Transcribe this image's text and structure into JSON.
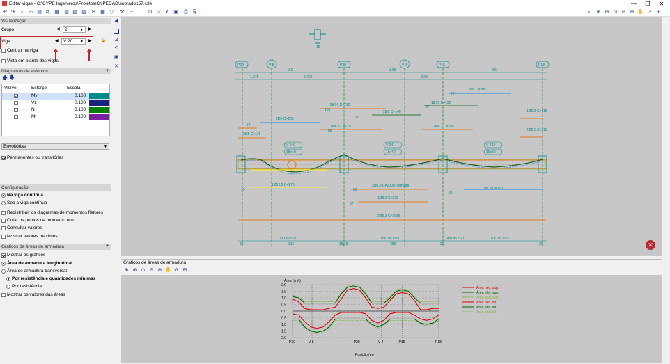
{
  "window": {
    "title": "Editar vigas - C:\\CYPE Ingenieros\\Projetos\\CYPECAD\\sobrado157.c3e",
    "minimize": "—",
    "maximize": "❐",
    "close": "✕"
  },
  "panel": {
    "visualizacao": "Visualização",
    "grupo_label": "Grupo",
    "grupo_value": "2",
    "viga_label": "Viga",
    "viga_value": "V 20",
    "centrar": "Centrar na viga",
    "vista_planta": "Vista em planta das vigas",
    "diagramas": "Diagramas de esforços",
    "table": {
      "headers": [
        "Visível",
        "Esforço",
        "Escala"
      ],
      "rows": [
        {
          "name": "My",
          "scale": "0.100",
          "color": "#008b8b",
          "checked": true
        },
        {
          "name": "Vz",
          "scale": "0.100",
          "color": "#1a237e",
          "checked": false
        },
        {
          "name": "N",
          "scale": "0.100",
          "color": "#008000",
          "checked": false
        },
        {
          "name": "Mt",
          "scale": "0.100",
          "color": "#7b1fa2",
          "checked": false
        }
      ]
    },
    "envoltorias": "Envoltórias",
    "permanentes": "Permanentes ou transitórias",
    "configuracao": "Configuração",
    "na_viga": "Na viga contínua",
    "sob_viga": "Sob a viga contínua",
    "redistribuir": "Redistribuir os diagramas de momentos fletores",
    "cotar": "Cotar os pontos de momento nulo",
    "consultar": "Consultar valores",
    "mostrar_max": "Mostrar valores máximos",
    "graficos": "Gráficos de áreas de armadura",
    "mostrar_graficos": "Mostrar os gráficos",
    "area_long": "Área de armadura longitudinal",
    "area_trans": "Área de armadura transversal",
    "por_resist_q": "Por resistência e quantidades mínimas",
    "por_resist": "Por resistência",
    "mostrar_valores": "Mostrar os valores das áreas"
  },
  "drawing": {
    "section_label": "15",
    "columns": [
      "P20",
      "V 8",
      "P20",
      "V 4",
      "P15",
      "P18"
    ],
    "spans": [
      "1.375",
      "3.5",
      "2.425",
      "3.55",
      "3.23",
      "3.5"
    ],
    "beams": [
      "V-240",
      "15x40",
      "V-241",
      "15x40",
      "V-242",
      "15x40"
    ],
    "labels": {
      "t1": "2Ø5 C=205",
      "t2": "2Ø10 C=210",
      "t3": "1Ø10 C=195",
      "t4": "2Ø5 C=140",
      "t5": "2Ø5 C=205",
      "t6": "1Ø6.3 C=175",
      "t7": "2Ø6.3 C=185",
      "t8": "1Ø6.3 C=115",
      "t9": "2Ø8 C=115",
      "t10": "2Ø6.3 C=115",
      "b1": "1Ø12.5 C=270",
      "b2": "2Ø6.3 C=200/7 camada",
      "b3": "1Ø6.3 C=250",
      "b4": "1Ø6.3 C=235",
      "b5": "2Ø6.3 C=1068",
      "s1": "11x1ø5 c/21",
      "s2": "15x1ø5 c/21",
      "s3": "4x1ø5 c/21",
      "s4": "11x1ø5 c/22",
      "n75": "75",
      "n103": "103",
      "n86": "86",
      "n97": "97",
      "n57": "57",
      "n88": "88",
      "n80": "80",
      "n80b": "80",
      "n57b": "57",
      "n15": "15",
      "n30": "30",
      "n315": "315",
      "n1515": "15|15",
      "n365": "365",
      "n20": "20",
      "n30b": "30"
    }
  },
  "bottom": {
    "title": "Gráficos de áreas de armadura",
    "y_axis": "Área (cm²)",
    "x_axis": "Posição (m)"
  },
  "chart_data": {
    "type": "line",
    "title": "",
    "xlabel": "Posição (m)",
    "ylabel": "Área (cm²)",
    "ylim": [
      -2.0,
      2.0
    ],
    "yticks": [
      "2.0",
      "1.5",
      "1.0",
      "0.5",
      "0.0",
      "0.5",
      "1.0",
      "1.5",
      "2.0"
    ],
    "xticks": [
      "P20",
      "V 8",
      "P20",
      "V 4",
      "P15",
      "P18"
    ],
    "x": [
      0,
      0.5,
      1,
      1.5,
      2,
      2.5,
      3,
      3.5,
      4,
      4.5,
      5,
      5.5,
      6,
      6.5,
      7,
      7.5,
      8,
      8.5,
      9,
      9.5,
      10,
      10.5,
      11,
      11.5,
      12
    ],
    "series": [
      {
        "name": "Área nec. sup.",
        "color": "#e00000",
        "values": [
          0.9,
          0.7,
          0.2,
          0.1,
          0.1,
          0.1,
          0.2,
          0.3,
          0.9,
          1.6,
          1.7,
          1.6,
          1.0,
          0.3,
          0.2,
          0.3,
          0.8,
          1.3,
          1.4,
          1.3,
          0.8,
          0.1,
          0.1,
          0.2,
          0.2
        ]
      },
      {
        "name": "Área efet. sup.",
        "color": "#006400",
        "values": [
          1.1,
          1.0,
          0.6,
          0.6,
          0.6,
          0.6,
          0.6,
          0.6,
          1.3,
          1.8,
          1.9,
          1.8,
          1.3,
          0.6,
          0.6,
          0.6,
          1.0,
          1.5,
          1.6,
          1.5,
          1.0,
          0.6,
          0.6,
          0.6,
          0.6
        ]
      },
      {
        "name": "Área total sup.",
        "color": "#7cb342",
        "values": [
          1.2,
          1.1,
          0.7,
          0.7,
          0.7,
          0.7,
          0.7,
          0.7,
          1.4,
          1.9,
          2.0,
          1.9,
          1.4,
          0.7,
          0.7,
          0.7,
          1.1,
          1.6,
          1.7,
          1.6,
          1.1,
          0.7,
          0.7,
          0.7,
          0.7
        ]
      },
      {
        "name": "Área nec. inf.",
        "color": "#e00000",
        "values": [
          -0.2,
          -0.3,
          -0.8,
          -1.2,
          -1.3,
          -1.2,
          -0.8,
          -0.3,
          -0.1,
          -0.1,
          -0.1,
          -0.1,
          -0.2,
          -0.7,
          -0.9,
          -0.7,
          -0.2,
          -0.1,
          -0.1,
          -0.1,
          -0.3,
          -0.6,
          -0.7,
          -0.6,
          -0.3
        ]
      },
      {
        "name": "Área efet. inf.",
        "color": "#006400",
        "values": [
          -0.6,
          -0.6,
          -1.2,
          -1.5,
          -1.6,
          -1.5,
          -1.2,
          -0.6,
          -0.6,
          -0.6,
          -0.6,
          -0.6,
          -0.6,
          -1.0,
          -1.2,
          -1.0,
          -0.6,
          -0.6,
          -0.6,
          -0.6,
          -0.6,
          -0.9,
          -1.0,
          -0.9,
          -0.6
        ]
      },
      {
        "name": "Área total inf.",
        "color": "#7cb342",
        "values": [
          -0.7,
          -0.7,
          -1.3,
          -1.6,
          -1.7,
          -1.6,
          -1.3,
          -0.7,
          -0.7,
          -0.7,
          -0.7,
          -0.7,
          -0.7,
          -1.1,
          -1.3,
          -1.1,
          -0.7,
          -0.7,
          -0.7,
          -0.7,
          -0.7,
          -1.0,
          -1.1,
          -1.0,
          -0.7
        ]
      }
    ]
  }
}
